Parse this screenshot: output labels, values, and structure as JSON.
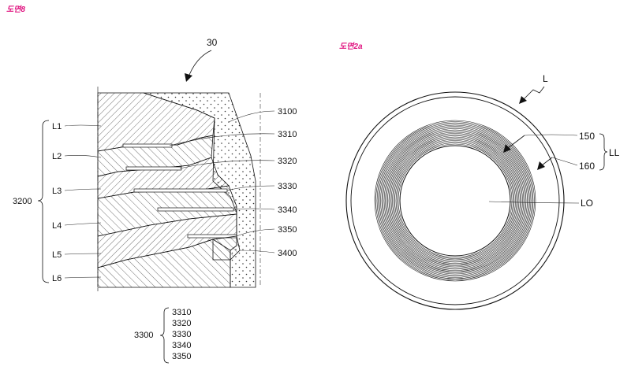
{
  "figure8": {
    "title": "도면8",
    "ref_main": "30",
    "layers": [
      "L1",
      "L2",
      "L3",
      "L4",
      "L5",
      "L6"
    ],
    "group_left": "3200",
    "callouts": [
      "3100",
      "3310",
      "3320",
      "3330",
      "3340",
      "3350",
      "3400"
    ],
    "group_bottom": {
      "label": "3300",
      "items": [
        "3310",
        "3320",
        "3330",
        "3340",
        "3350"
      ]
    }
  },
  "figure2a": {
    "title": "도면2a",
    "label_lens": "L",
    "label_150": "150",
    "label_160": "160",
    "label_group": "LL",
    "label_center": "LO"
  }
}
